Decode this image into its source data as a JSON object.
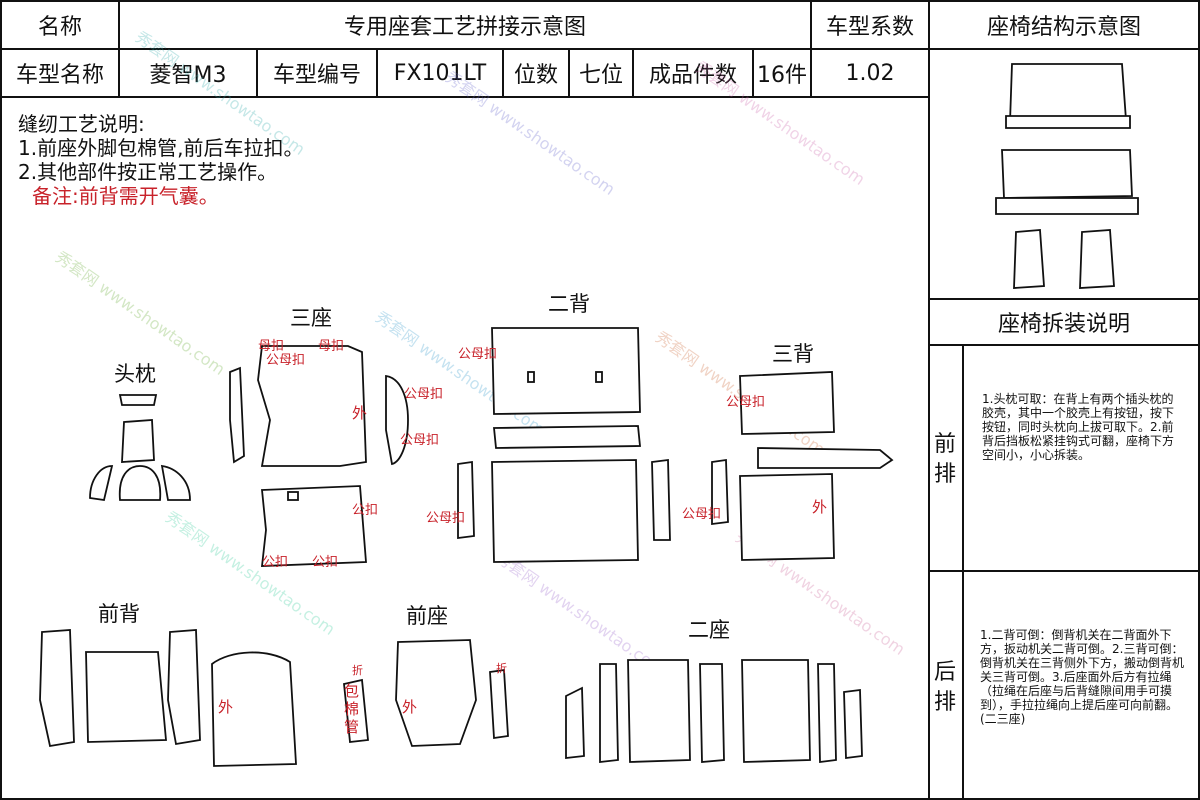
{
  "header": {
    "name_label": "名称",
    "title": "专用座套工艺拼接示意图",
    "coeff_label": "车型系数",
    "structure_label": "座椅结构示意图"
  },
  "info_row": {
    "model_name_label": "车型名称",
    "model_name": "菱智M3",
    "model_code_label": "车型编号",
    "model_code": "FX101LT",
    "seats_label": "位数",
    "seats": "七位",
    "pieces_label": "成品件数",
    "pieces": "16件",
    "coeff": "1.02"
  },
  "notes": {
    "heading": "缝纫工艺说明:",
    "line1": "1.前座外脚包棉管,前后车拉扣。",
    "line2": "2.其他部件按正常工艺操作。",
    "remark": "备注:前背需开气囊。"
  },
  "sections": {
    "headrest": "头枕",
    "third_seat": "三座",
    "second_back": "二背",
    "third_back": "三背",
    "front_back": "前背",
    "front_seat": "前座",
    "second_seat": "二座"
  },
  "marks": {
    "mu_kou": "母扣",
    "gong_mu_kou": "公母扣",
    "gong_kou": "公扣",
    "wai": "外",
    "zhe": "折",
    "bao_mian_guan": "包棉管",
    "mu_kou_vertical": "公母扣",
    "gong_mu_kou_v": "公母扣"
  },
  "right_panel": {
    "title": "座椅拆装说明",
    "front_label": "前排",
    "rear_label": "后排",
    "front_text": "1.头枕可取：在背上有两个插头枕的胶壳，其中一个胶壳上有按钮，按下按钮，同时头枕向上拔可取下。2.前背后挡板松紧挂钩式可翻，座椅下方空间小，小心拆装。",
    "rear_text": "1.二背可倒：倒背机关在二背面外下方，扳动机关二背可倒。2.三背可倒：倒背机关在三背侧外下方，搬动倒背机关三背可倒。3.后座面外后方有拉绳（拉绳在后座与后背缝隙间用手可摸到），手拉拉绳向上提后座可向前翻。(二三座)"
  },
  "watermark": {
    "url": "www.showtao.com",
    "cn": "秀套网"
  },
  "colors": {
    "line": "#111111",
    "red": "#c8222a"
  }
}
